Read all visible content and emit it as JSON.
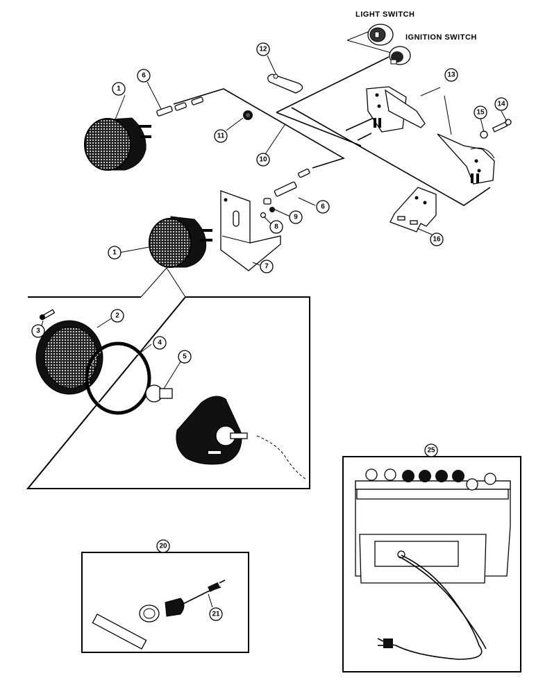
{
  "labels": {
    "light_switch": "LIGHT SWITCH",
    "ignition_switch": "IGNITION SWITCH"
  },
  "callouts": {
    "c1a": "1",
    "c1b": "1",
    "c2": "2",
    "c3": "3",
    "c4": "4",
    "c5": "5",
    "c6a": "6",
    "c6b": "6",
    "c7": "7",
    "c8": "8",
    "c9": "9",
    "c10": "10",
    "c11": "11",
    "c12": "12",
    "c13": "13",
    "c14": "14",
    "c15": "15",
    "c16": "16",
    "c20": "20",
    "c21": "21",
    "c25": "25"
  }
}
